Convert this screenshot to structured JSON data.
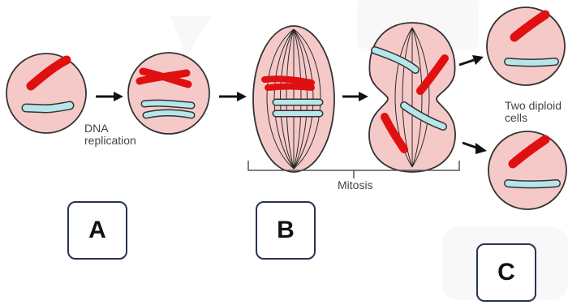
{
  "labels": {
    "dna_replication_line1": "DNA",
    "dna_replication_line2": "replication",
    "two_diploid_line1": "Two diploid",
    "two_diploid_line2": "cells",
    "mitosis": "Mitosis"
  },
  "boxes": {
    "a": "A",
    "b": "B",
    "c": "C"
  },
  "colors": {
    "cell_fill": "#f6c9c9",
    "cell_outline": "#333333",
    "chromosome_red": "#e01010",
    "chromosome_blue": "#b6e6ea",
    "spindle": "#2a2a2a",
    "box_border": "#27344d"
  }
}
